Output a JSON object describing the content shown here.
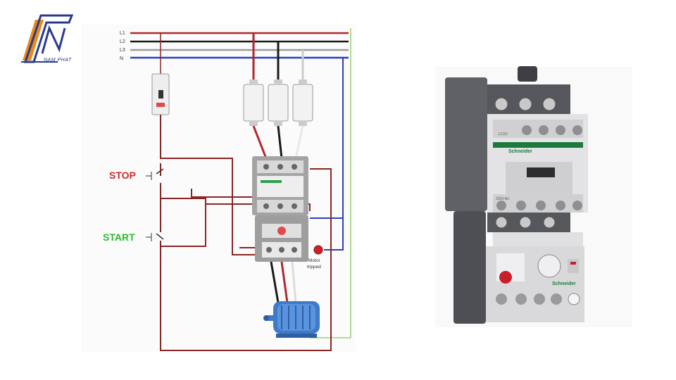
{
  "logo": {
    "text": "NAM PHAT"
  },
  "circuit": {
    "bus_labels": [
      "L1",
      "L2",
      "L3",
      "N"
    ],
    "stop_label": "STOP",
    "start_label": "START",
    "motor_tripped_line1": "Motor",
    "motor_tripped_line2": "tripped"
  },
  "device_photo": {
    "model_label": "LC1D",
    "brand": "Schneider",
    "coil_voltage": "220V AC",
    "overload_brand": "Schneider"
  },
  "colors": {
    "phase_red": "#b3262d",
    "phase_black": "#1a1a1a",
    "phase_gray": "#9a9a9a",
    "neutral_blue": "#2c3fbf",
    "control_brown": "#8a2525",
    "earth_green": "#9fd07a",
    "stop_text": "#d42a2a",
    "start_text": "#2fb92f",
    "logo_blue": "#2a3b8f",
    "logo_orange": "#e88b1a"
  }
}
